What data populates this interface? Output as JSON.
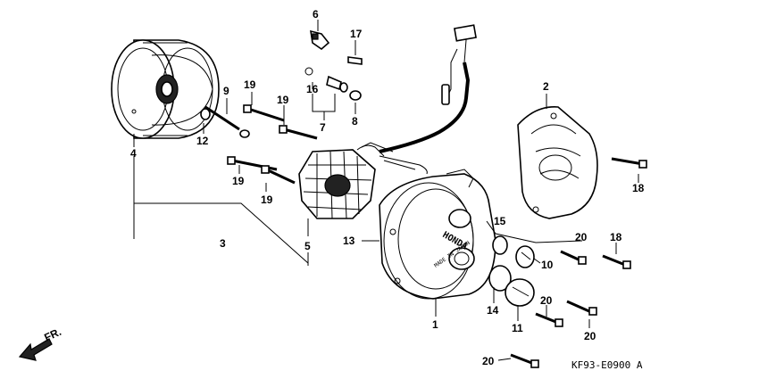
{
  "diagram": {
    "code": "KF93-E0900 A",
    "direction": "FR.",
    "cover_text": "HONDA",
    "cover_subtext": "MADE IN JAPAN",
    "labels": [
      "1",
      "2",
      "3",
      "4",
      "5",
      "6",
      "7",
      "8",
      "9",
      "10",
      "11",
      "12",
      "13",
      "14",
      "15",
      "16",
      "17",
      "18",
      "18",
      "19",
      "19",
      "19",
      "19",
      "20",
      "20",
      "20",
      "20"
    ]
  }
}
